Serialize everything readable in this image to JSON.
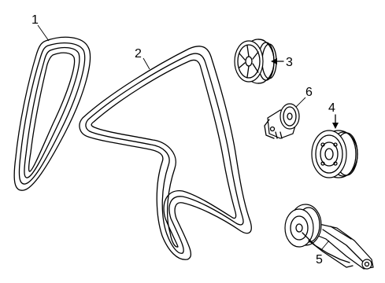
{
  "callouts": {
    "c1": "1",
    "c2": "2",
    "c3": "3",
    "c4": "4",
    "c5": "5",
    "c6": "6"
  }
}
